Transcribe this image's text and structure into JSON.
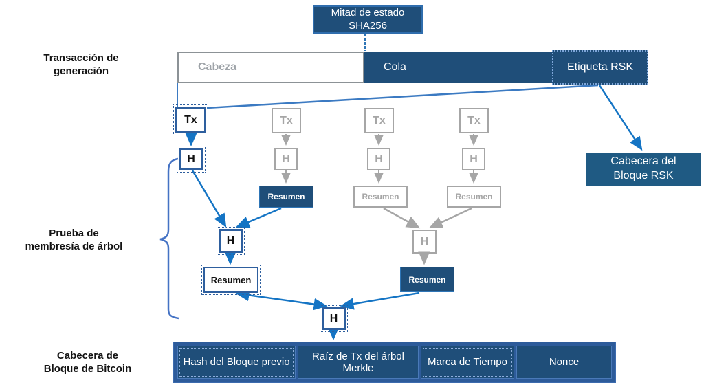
{
  "title_box": {
    "line1": "Mitad de estado",
    "line2": "SHA256"
  },
  "side_labels": {
    "generation": {
      "line1": "Transacción de",
      "line2": "generación"
    },
    "membership": {
      "line1": "Prueba de",
      "line2": "membresía de árbol"
    },
    "bitcoin_header": {
      "line1": "Cabecera de",
      "line2": "Bloque de Bitcoin"
    }
  },
  "generation_tx_bar": {
    "cabeza": "Cabeza",
    "cola": "Cola",
    "etiqueta_rsk": "Etiqueta RSK"
  },
  "rsk_header_box": {
    "line1": "Cabecera del",
    "line2": "Bloque RSK"
  },
  "tree": {
    "tx": "Tx",
    "hash": "H",
    "resumen": "Resumen"
  },
  "bitcoin_header_bar": {
    "cells": [
      "Hash del Bloque previo",
      "Raíz de Tx del árbol Merkle",
      "Marca de Tiempo",
      "Nonce"
    ]
  },
  "colors": {
    "dark_blue": "#1F4E79",
    "medium_blue": "#2E75B6",
    "bright_blue": "#1474C4",
    "gray": "#A6A6A6",
    "brace_blue": "#4472C4",
    "frame_blue": "#2D5B9A"
  }
}
